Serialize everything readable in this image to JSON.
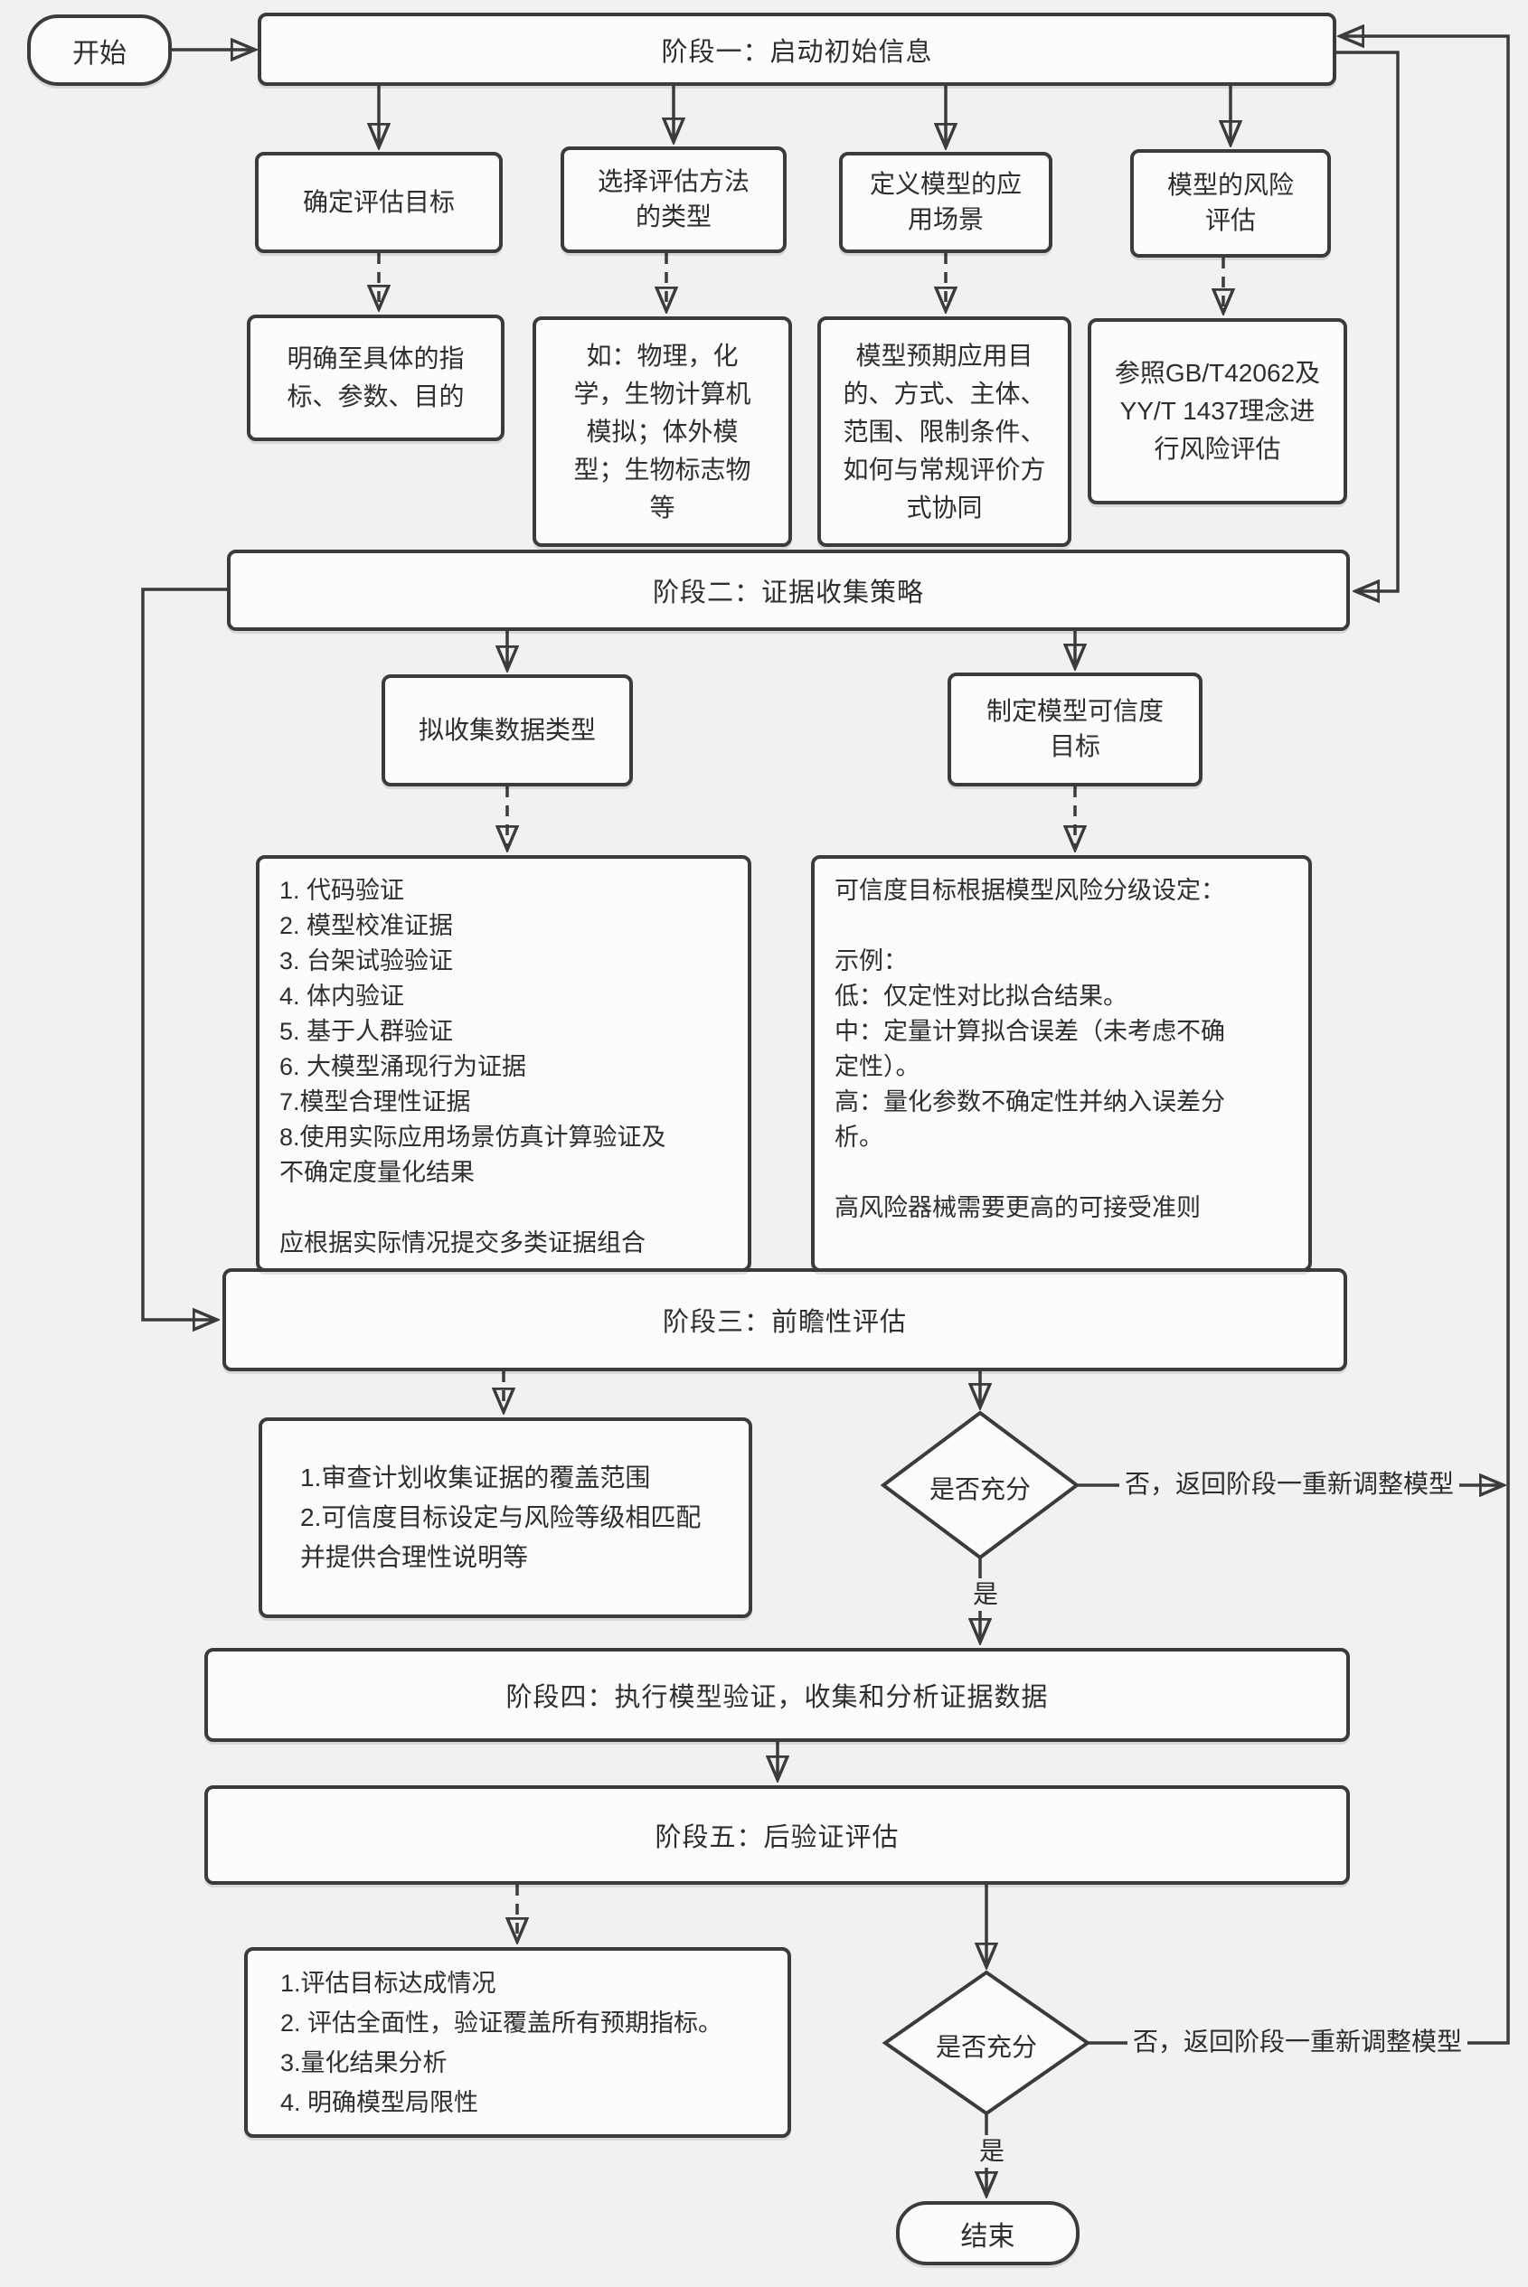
{
  "terminals": {
    "start": "开始",
    "end": "结束"
  },
  "stages": [
    "阶段一：启动初始信息",
    "阶段二：证据收集策略",
    "阶段三：前瞻性评估",
    "阶段四：执行模型验证，收集和分析证据数据",
    "阶段五：后验证评估"
  ],
  "stage1_columns": [
    {
      "box": "确定评估目标",
      "detail": "明确至具体的指\n标、参数、目的"
    },
    {
      "box": "选择评估方法\n的类型",
      "detail": "如：物理，化\n学，生物计算机\n模拟；体外模\n型；生物标志物\n等"
    },
    {
      "box": "定义模型的应\n用场景",
      "detail": "模型预期应用目\n的、方式、主体、\n范围、限制条件、\n如何与常规评价方\n式协同"
    },
    {
      "box": "模型的风险\n评估",
      "detail": "参照GB/T42062及\nYY/T 1437理念进\n行风险评估"
    }
  ],
  "stage2_columns": [
    {
      "box": "拟收集数据类型",
      "detail": "1. 代码验证\n2. 模型校准证据\n3. 台架试验验证\n4. 体内验证\n5. 基于人群验证\n6. 大模型涌现行为证据\n7.模型合理性证据\n8.使用实际应用场景仿真计算验证及\n不确定度量化结果\n\n应根据实际情况提交多类证据组合"
    },
    {
      "box": "制定模型可信度\n目标",
      "detail": "可信度目标根据模型风险分级设定：\n\n示例：\n低：仅定性对比拟合结果。\n中：定量计算拟合误差（未考虑不确\n定性）。\n高：量化参数不确定性并纳入误差分\n析。\n\n高风险器械需要更高的可接受准则"
    }
  ],
  "stage3_review": "1.审查计划收集证据的覆盖范围\n2.可信度目标设定与风险等级相匹配\n并提供合理性说明等",
  "stage5_review": "1.评估目标达成情况\n2. 评估全面性，验证覆盖所有预期指标。\n3.量化结果分析\n4. 明确模型局限性",
  "decisions": [
    {
      "label": "是否充分",
      "yes": "是",
      "no": "否，返回阶段一重新调整模型"
    },
    {
      "label": "是否充分",
      "yes": "是",
      "no": "否，返回阶段一重新调整模型"
    }
  ]
}
